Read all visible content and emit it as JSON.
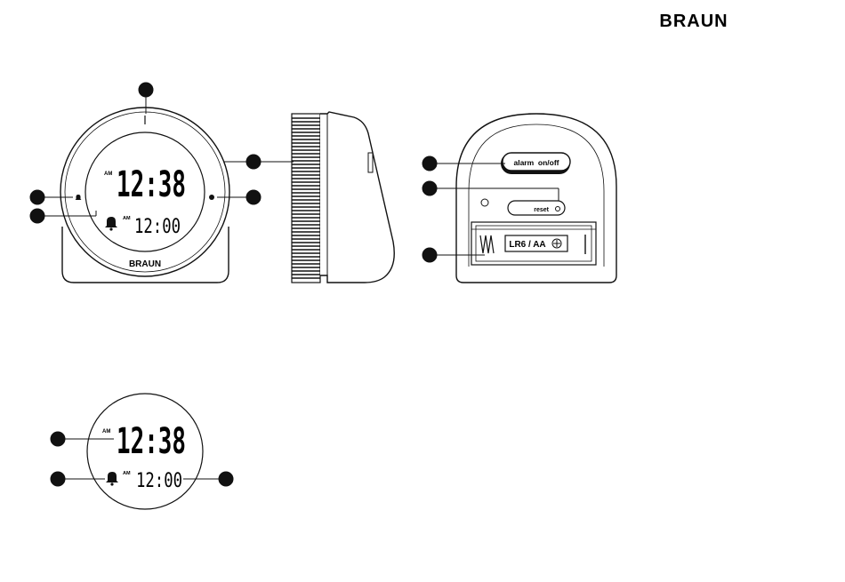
{
  "brand": {
    "logo_text": "BRAUN"
  },
  "front_view": {
    "main_time": "12:38",
    "main_meridiem": "AM",
    "alarm_time": "12:00",
    "alarm_meridiem": "AM",
    "dial_logo": "BRAUN"
  },
  "back_view": {
    "alarm_button_label": "alarm  on/off",
    "reset_button_label": "reset",
    "battery_label": "LR6 / AA"
  },
  "display_detail": {
    "main_time": "12:38",
    "main_meridiem": "AM",
    "alarm_time": "12:00",
    "alarm_meridiem": "AM"
  },
  "callouts": {
    "color": "#111111",
    "count": 11
  }
}
